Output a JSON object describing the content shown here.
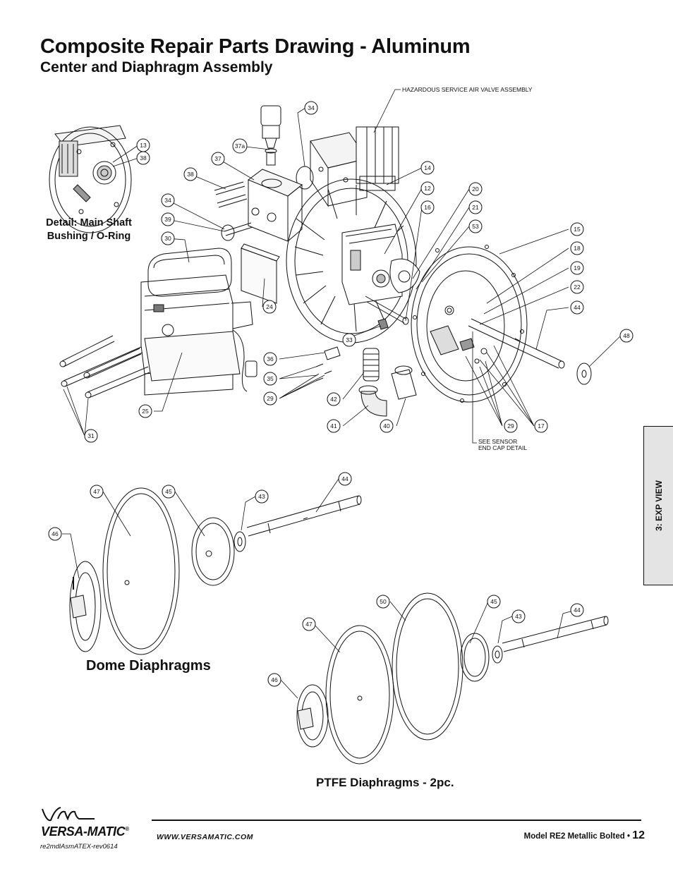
{
  "header": {
    "title": "Composite Repair Parts Drawing - Aluminum",
    "subtitle": "Center and Diaphragm Assembly"
  },
  "detail_label": {
    "line1": "Detail: Main Shaft",
    "line2": "Bushing / O-Ring"
  },
  "annotations": {
    "hazardous_valve": "HAZARDOUS SERVICE AIR VALVE ASSEMBLY",
    "sensor_line1": "SEE SENSOR",
    "sensor_line2": "END CAP DETAIL"
  },
  "callouts": {
    "c13": "13",
    "c38a": "38",
    "c34a": "34",
    "c37a": "37a",
    "c37": "37",
    "c38": "38",
    "c34": "34",
    "c39": "39",
    "c30": "30",
    "c14": "14",
    "c12": "12",
    "c16": "16",
    "c20": "20",
    "c21": "21",
    "c53": "53",
    "c15": "15",
    "c18": "18",
    "c19": "19",
    "c22": "22",
    "c44": "44",
    "c48": "48",
    "c24": "24",
    "c33": "33",
    "c36": "36",
    "c35": "35",
    "c29a": "29",
    "c42": "42",
    "c41": "41",
    "c40": "40",
    "c25": "25",
    "c31": "31",
    "c29b": "29",
    "c17": "17",
    "d47": "47",
    "d45": "45",
    "d43": "43",
    "d44": "44",
    "d46": "46",
    "p50": "50",
    "p45": "45",
    "p43": "43",
    "p44": "44",
    "p47": "47",
    "p46": "46"
  },
  "sections": {
    "dome": "Dome Diaphragms",
    "ptfe": "PTFE Diaphragms - 2pc."
  },
  "side_tab": "3: EXP VIEW",
  "footer": {
    "brand": "VERSA-MATIC",
    "brand_mark": "®",
    "website": "WWW.VERSAMATIC.COM",
    "model": "Model RE2 Metallic Bolted",
    "page_sep": "•",
    "page": "12",
    "doc_code": "re2mdlAsmATEX-rev0614"
  }
}
